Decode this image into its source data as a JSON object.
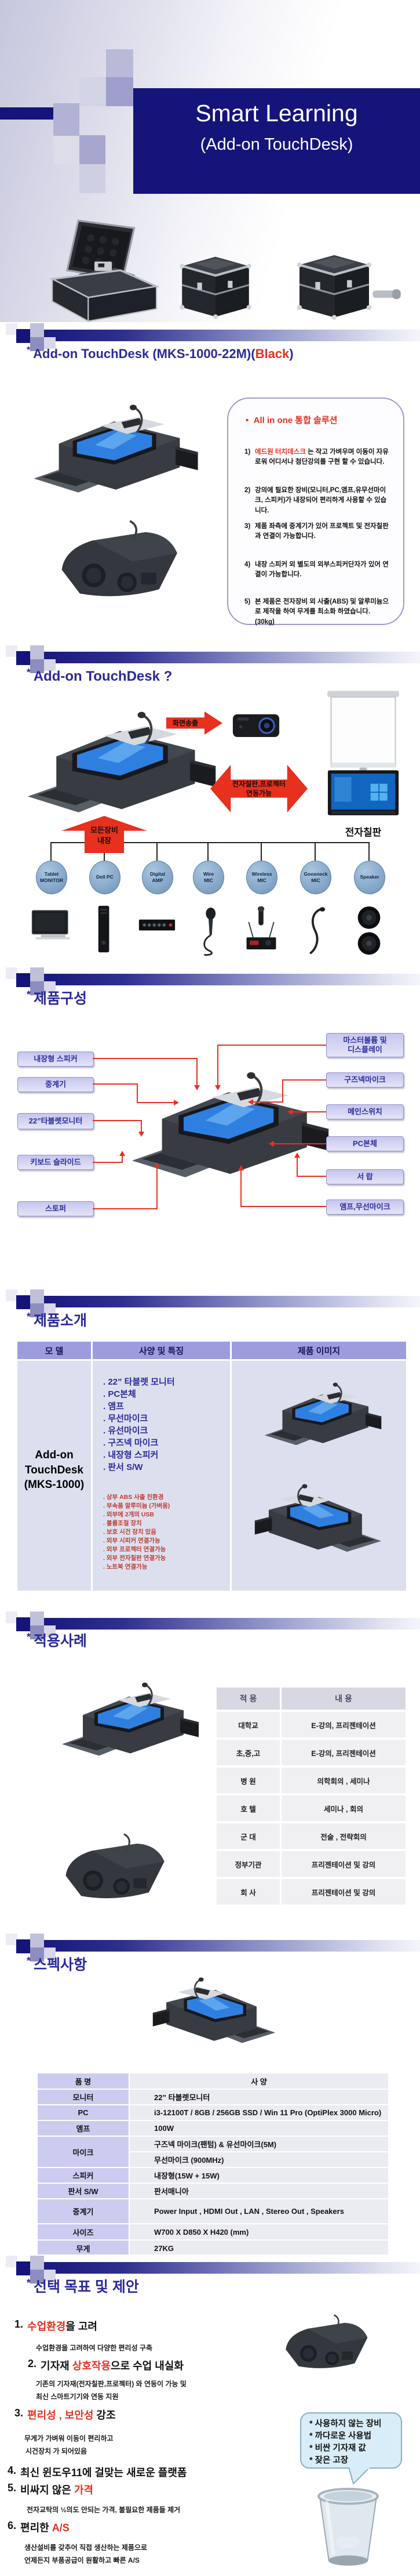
{
  "common": {
    "star": "*",
    "bullet": "•"
  },
  "colors": {
    "navy": "#14147b",
    "section_title": "#2a2a9a",
    "accent_red": "#e8301f",
    "callout_fill": "#c6c6ee",
    "node_blue": "#6e93ba",
    "table_header_purple": "#9c9cdf",
    "table_lavender": "#ccccf0",
    "table_light": "#ebebf2",
    "bubble_blue": "#d8edf8"
  },
  "slide1": {
    "title1": "Smart Learning",
    "title2": "(Add-on TouchDesk)"
  },
  "slide2": {
    "title_main": "Add-on TouchDesk (MKS-1000-22M)(",
    "title_accent": "Black",
    "title_end": ")",
    "box_heading": "All in one 통합 솔루션",
    "item1_num": "1)",
    "item1_red": "에드원 터치데스크 ",
    "item1_text": "는 작고 가벼우며 이동이 자유로워 어디서나 첨단강의를 구현 할 수 있습니다.",
    "item2_num": "2)",
    "item2_text": "강의에 필요한 장비(모니터,PC,앰프,유무선마이크, 스피커)가 내장되어 편리하게 사용할 수 있습니다.",
    "item3_num": "3)",
    "item3_text": "제품 좌측에 중계기가 있어 프로젝트 및 전자칠판과 연결이 가능합니다.",
    "item4_num": "4)",
    "item4_text": "내장 스피커 외 별도의 외부스피커단자가 있어 연결이 가능합니다.",
    "item5_num": "5)",
    "item5_text": "본 제품은 전자장비 외 사출(ABS) 및 알루미늄으로 제작을 하여 무게를 최소화 하였습니다. (30kg)"
  },
  "slide3": {
    "title": "Add-on TouchDesk ?",
    "arrow_screen": "화면송출",
    "arrow_board": "전자칠판,프로젝터\n연동가능",
    "arrow_all": "모든장비\n내장",
    "board_label": "전자칠판",
    "nodes": [
      "Tablet\nMONITOR",
      "Dell PC",
      "Digital\nAMP",
      "Wire\nMIC",
      "Wireless\nMIC",
      "Goosneck\nMIC",
      "Speaker"
    ]
  },
  "slide4": {
    "title": "제품구성",
    "left": [
      "내장형 스피커",
      "중계기",
      "22”타블렛모니터",
      "키보드 슬라이드",
      "스토퍼"
    ],
    "right": [
      "마스터볼륨 및\n디스플레이",
      "구즈넥마이크",
      "메인스위치",
      "PC본체",
      "서 랍",
      "앰프,무선마이크"
    ]
  },
  "slide5": {
    "title": "제품소개",
    "headers": [
      "모 델",
      "사양 및 특징",
      "제품 이미지"
    ],
    "model": "Add-on\nTouchDesk\n(MKS-1000)",
    "specs": [
      ". 22” 타블렛 모니터",
      ". PC본체",
      ". 앰프",
      ". 무선마이크",
      ". 유선마이크",
      ". 구즈넥 마이크",
      ". 내장형 스피커",
      ". 판서 S/W"
    ],
    "features": [
      ". 상부 ABS 사출 친환경",
      ". 부속품 알루미늄 (가벼움)",
      ". 외부에 2개의 USB",
      ". 볼륨조절 장치",
      ". 보호 시건 장치 있음",
      ". 외부 시피커 연결가능",
      ". 외부 프로젝터 연결가능",
      ". 외부 전자칠판 연결가능",
      ". 노트북 연결가능"
    ]
  },
  "slide6": {
    "title": "적용사례",
    "headers": [
      "적 용",
      "내 용"
    ],
    "rows": [
      [
        "대학교",
        "E-강의, 프리젠테이션"
      ],
      [
        "초,중,고",
        "E-강의, 프리젠테이션"
      ],
      [
        "병 원",
        "의학회의 , 세미나"
      ],
      [
        "호 텔",
        "세미나 , 회의"
      ],
      [
        "군 대",
        "전술 , 전략회의"
      ],
      [
        "정부기관",
        "프리젠테이션 및 강의"
      ],
      [
        "회 사",
        "프리젠테이션 및 강의"
      ]
    ]
  },
  "slide7": {
    "title": "스펙사항",
    "headers": [
      "품 명",
      "사 양"
    ],
    "rows": [
      {
        "name": "모니터",
        "value": "22” 타블렛모니터"
      },
      {
        "name": "PC",
        "value": "i3-12100T / 8GB / 256GB SSD / Win 11 Pro (OptiPlex 3000 Micro)"
      },
      {
        "name": "앰프",
        "value": "100W"
      },
      {
        "name": "마이크",
        "value": "구즈넥 마이크(팬텀) & 유선마이크(5M)",
        "value2": "무선마이크 (900MHz)"
      },
      {
        "name": "스피커",
        "value": "내장형(15W + 15W)"
      },
      {
        "name": "판서 S/W",
        "value": "판서매니아"
      },
      {
        "name": "중계기",
        "value": "Power Input , HDMI Out , LAN , Stereo Out , Speakers"
      },
      {
        "name": "사이즈",
        "value": "W700 X D850 X H420 (mm)"
      },
      {
        "name": "무게",
        "value": "27KG"
      }
    ]
  },
  "slide8": {
    "title": "선택 목표 및 제안",
    "items": [
      {
        "num": "1.",
        "pre": "",
        "red": "수업환경",
        "post": "을 고려",
        "subs": [
          "수업환경을 고려하여 다양한 편리성 구축"
        ]
      },
      {
        "num": "2.",
        "pre": "기자재 ",
        "red": "상호작용",
        "post": "으로 수업 내실화",
        "subs": [
          "기존의 기자재(전자칠판,프로젝터) 와 연동이 가능 및",
          "최신 스마트기기와 연동 지원"
        ]
      },
      {
        "num": "3.",
        "pre": "",
        "red": "편리성 , 보안성",
        "post": " 강조",
        "subs": [
          "무게가 가벼워 이동이 편리하고",
          "시건장치 가 되어있음"
        ]
      },
      {
        "num": "4.",
        "pre": "최신 윈도우11에 걸맞는 새로운 플랫폼",
        "red": "",
        "post": "",
        "subs": []
      },
      {
        "num": "5.",
        "pre": "비싸지 않은 ",
        "red": "가격",
        "post": "",
        "subs": [
          "전자교탁의 ½의도 안되는 가격, 불필요한 제품들 제거"
        ]
      },
      {
        "num": "6.",
        "pre": "편리한 ",
        "red": "A/S",
        "post": "",
        "subs": [
          "생산설비를 갖추어 직접 생산하는 제품으로",
          "언제든지 부품공급이 원활하고 빠른 A/S"
        ]
      }
    ],
    "bubble": [
      "* 사용하지 않는 장비",
      "* 까다로운 사용법",
      "* 비싼 기자재 값",
      "* 잦은 고장"
    ]
  }
}
